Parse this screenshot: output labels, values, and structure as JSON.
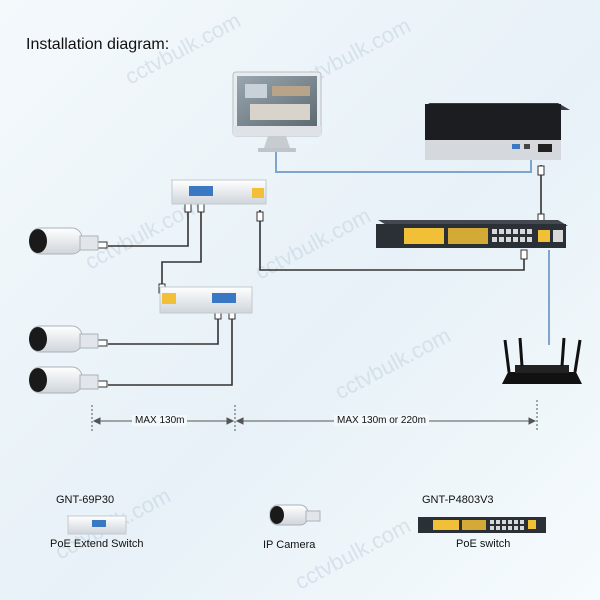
{
  "title": "Installation diagram:",
  "watermark": "cctvbulk.com",
  "distances": {
    "left": "MAX 130m",
    "right": "MAX  130m or 220m"
  },
  "legend": {
    "extender_model": "GNT-69P30",
    "extender_label": "PoE Extend Switch",
    "camera_label": "IP Camera",
    "switch_model": "GNT-P4803V3",
    "switch_label": "PoE switch"
  },
  "colors": {
    "cable": "#333333",
    "data_line": "#7ea6cc",
    "port_yellow": "#f2c037",
    "port_blue": "#3a78c4",
    "switch_body": "#2b2f36"
  }
}
